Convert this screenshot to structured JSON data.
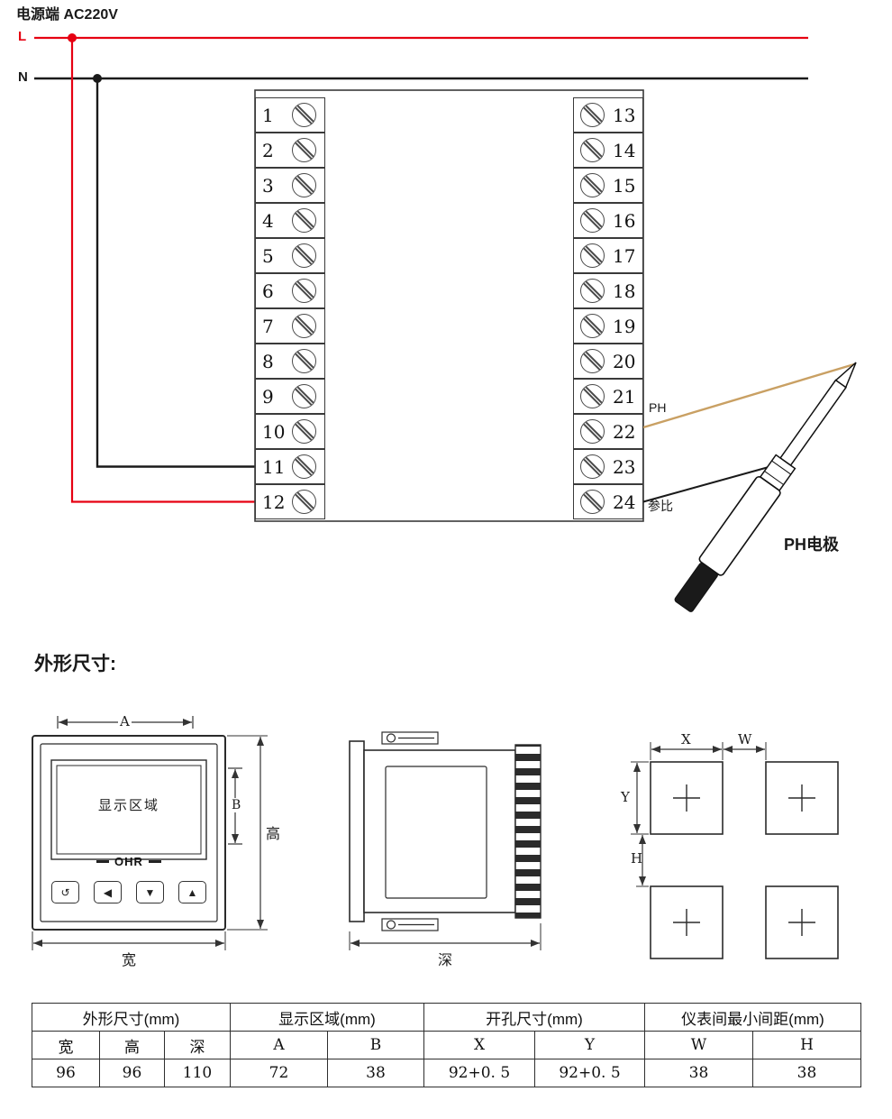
{
  "colors": {
    "line_live": "#e60012",
    "line_neutral": "#1a1a1a",
    "ph_wire": "#c9a063"
  },
  "power": {
    "title": "电源端  AC220V",
    "live_label": "L",
    "neutral_label": "N"
  },
  "terminal_block": {
    "left_numbers": [
      "1",
      "2",
      "3",
      "4",
      "5",
      "6",
      "7",
      "8",
      "9",
      "10",
      "11",
      "12"
    ],
    "right_numbers": [
      "13",
      "14",
      "15",
      "16",
      "17",
      "18",
      "19",
      "20",
      "21",
      "22",
      "23",
      "24"
    ]
  },
  "electrode": {
    "ph_wire_label": "PH",
    "reference_wire_label": "参比",
    "name_label": "PH电极"
  },
  "outline_section": {
    "title": "外形尺寸:",
    "front_view": {
      "display_area_label": "显示区域",
      "brand": "OHR",
      "buttons": [
        "↺",
        "◀",
        "▼",
        "▲"
      ],
      "dim_a": "A",
      "dim_b": "B",
      "dim_height": "高",
      "dim_width": "宽"
    },
    "side_view": {
      "dim_depth": "深"
    },
    "cutout_view": {
      "dim_x": "X",
      "dim_w": "W",
      "dim_y": "Y",
      "dim_h": "H"
    }
  },
  "table": {
    "groups": [
      {
        "label": "外形尺寸(mm)",
        "span": 3
      },
      {
        "label": "显示区域(mm)",
        "span": 2
      },
      {
        "label": "开孔尺寸(mm)",
        "span": 2
      },
      {
        "label": "仪表间最小间距(mm)",
        "span": 2
      }
    ],
    "headers": [
      "宽",
      "高",
      "深",
      "A",
      "B",
      "X",
      "Y",
      "W",
      "H"
    ],
    "values": [
      "96",
      "96",
      "110",
      "72",
      "38",
      "92+0. 5",
      "92+0. 5",
      "38",
      "38"
    ]
  }
}
